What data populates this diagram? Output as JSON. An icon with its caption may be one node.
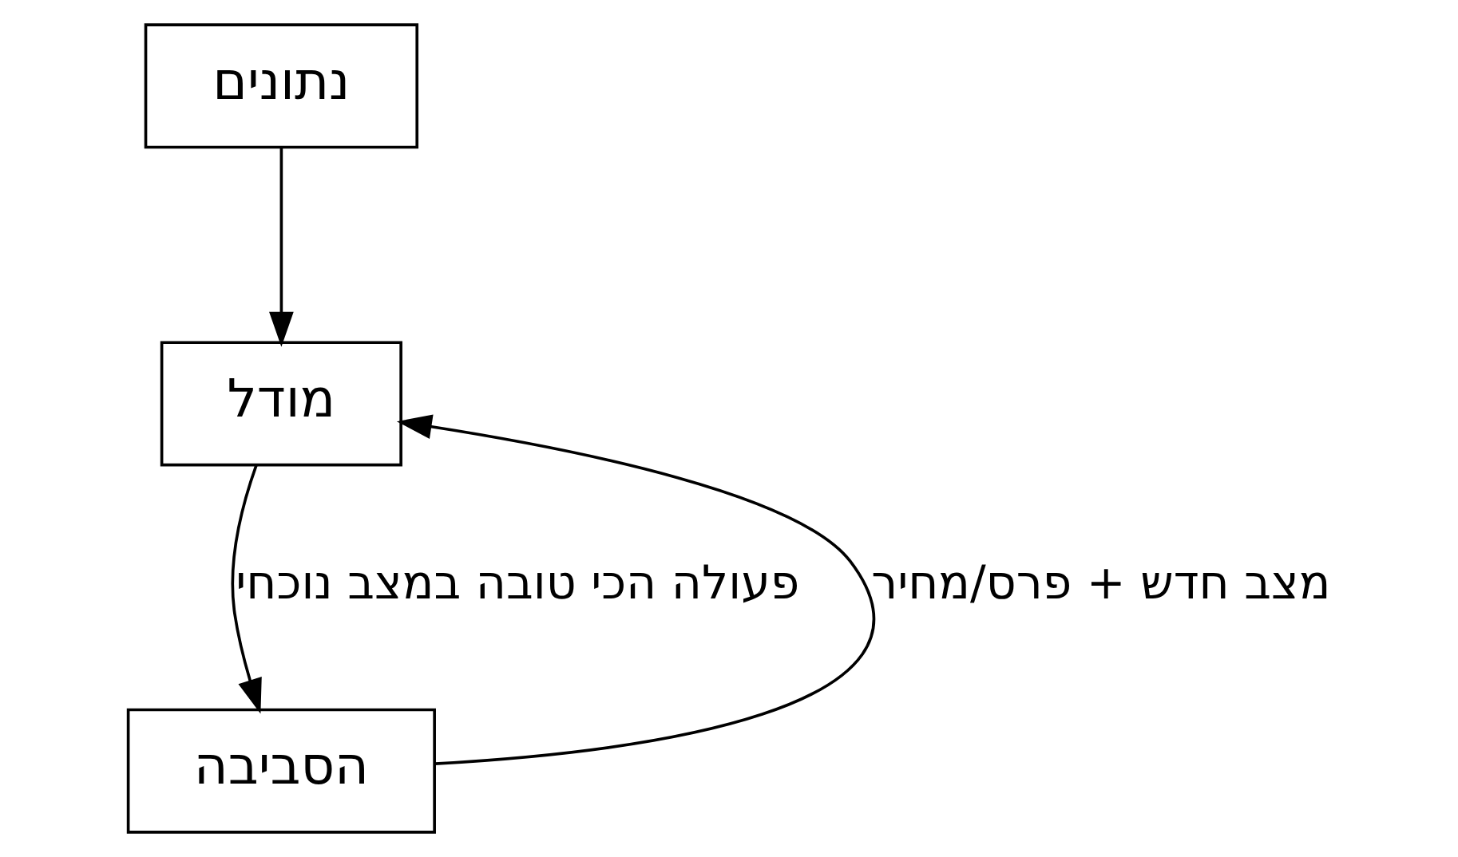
{
  "diagram": {
    "nodes": [
      {
        "text": [
          "נתונים"
        ]
      },
      {
        "text": [
          "מודל"
        ]
      },
      {
        "text": [
          "הסביבה"
        ]
      }
    ],
    "edges": [
      {
        "from": 0,
        "to": 1,
        "arrow": "to"
      },
      {
        "from": 1,
        "to": 2,
        "arrow": "to",
        "label": "פעולה הכי טובה במצב נוכחי"
      },
      {
        "from": 2,
        "to": 1,
        "arrow": "to",
        "label": "מצב חדש + פרס/מחיר"
      }
    ]
  }
}
